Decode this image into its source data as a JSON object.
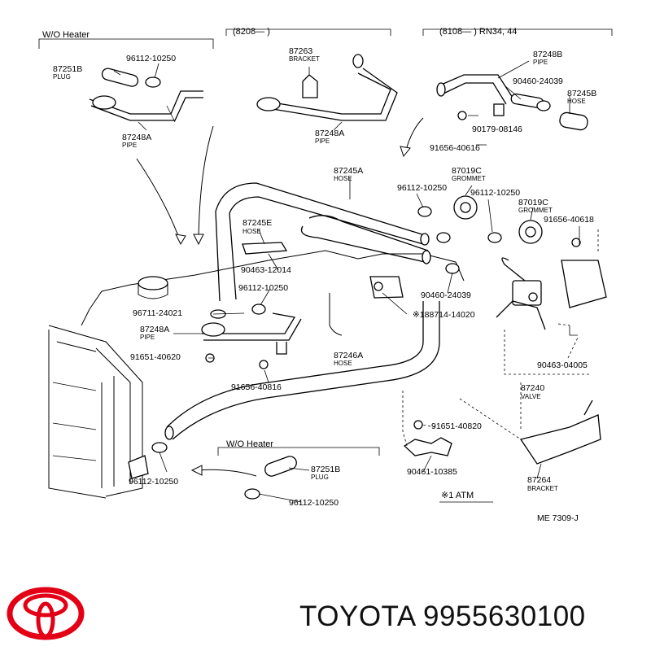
{
  "diagram": {
    "sections": {
      "wo_heater_top": "W/O Heater",
      "range_8208": "(8208—        )",
      "range_8108": "(8108—        ) RN34, 44",
      "wo_heater_bottom": "W/O Heater"
    },
    "parts": [
      {
        "number": "87251B",
        "name": "PLUG"
      },
      {
        "number": "96112-10250",
        "name": ""
      },
      {
        "number": "87248A",
        "name": "PIPE"
      },
      {
        "number": "87263",
        "name": "BRACKET"
      },
      {
        "number": "87248A",
        "name": "PIPE"
      },
      {
        "number": "87248B",
        "name": "PIPE"
      },
      {
        "number": "90460-24039",
        "name": ""
      },
      {
        "number": "87245B",
        "name": "HOSE"
      },
      {
        "number": "90179-08146",
        "name": ""
      },
      {
        "number": "91656-40616",
        "name": ""
      },
      {
        "number": "87245A",
        "name": "HOSE"
      },
      {
        "number": "96112-10250",
        "name": ""
      },
      {
        "number": "87019C",
        "name": "GROMMET"
      },
      {
        "number": "96112-10250",
        "name": ""
      },
      {
        "number": "87019C",
        "name": "GROMMET"
      },
      {
        "number": "91656-40618",
        "name": ""
      },
      {
        "number": "87245E",
        "name": "HOSE"
      },
      {
        "number": "90463-12014",
        "name": ""
      },
      {
        "number": "96112-10250",
        "name": ""
      },
      {
        "number": "90460-24039",
        "name": ""
      },
      {
        "number": "96711-24021",
        "name": ""
      },
      {
        "number": "※188714-14020",
        "name": ""
      },
      {
        "number": "87248A",
        "name": "PIPE"
      },
      {
        "number": "91651-40620",
        "name": ""
      },
      {
        "number": "87246A",
        "name": "HOSE"
      },
      {
        "number": "91656-40816",
        "name": ""
      },
      {
        "number": "90463-04005",
        "name": ""
      },
      {
        "number": "87240",
        "name": "VALVE"
      },
      {
        "number": "91651-40820",
        "name": ""
      },
      {
        "number": "90461-10385",
        "name": ""
      },
      {
        "number": "87264",
        "name": "BRACKET"
      },
      {
        "number": "87251B",
        "name": "PLUG"
      },
      {
        "number": "96112-10250",
        "name": ""
      },
      {
        "number": "96112-10250",
        "name": ""
      }
    ],
    "footnote": "※1 ATM",
    "diagram_code": "ME  7309-J"
  },
  "brand": {
    "name": "TOYOTA",
    "part_number": "9955630100",
    "logo_color": "#e30016"
  }
}
